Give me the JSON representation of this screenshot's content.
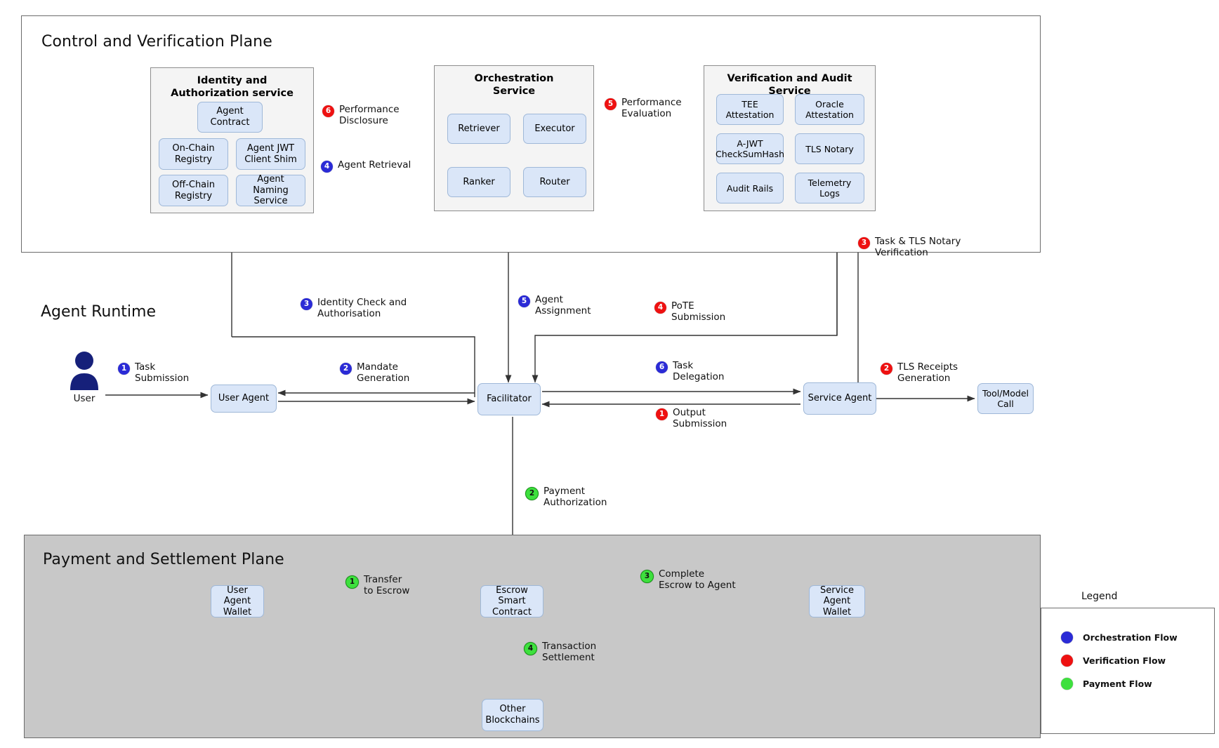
{
  "planes": {
    "control": {
      "title": "Control and Verification Plane"
    },
    "runtime": {
      "title": "Agent Runtime"
    },
    "payment": {
      "title": "Payment and Settlement Plane"
    }
  },
  "groups": {
    "identity": {
      "title": "Identity and\nAuthorization service",
      "title_line1": "Identity and",
      "title_line2": "Authorization service",
      "nodes": [
        {
          "label": "Agent Contract"
        },
        {
          "label": "On-Chain Registry"
        },
        {
          "label": "Agent JWT Client Shim"
        },
        {
          "label": "Off-Chain Registry"
        },
        {
          "label": "Agent Naming Service"
        }
      ]
    },
    "orchestration": {
      "title_line1": "Orchestration",
      "title_line2": "Service",
      "nodes": [
        {
          "label": "Retriever"
        },
        {
          "label": "Executor"
        },
        {
          "label": "Ranker"
        },
        {
          "label": "Router"
        }
      ]
    },
    "verification": {
      "title_line1": "Verification and Audit",
      "title_line2": "Service",
      "nodes": [
        {
          "label": "TEE Attestation"
        },
        {
          "label": "Oracle Attestation"
        },
        {
          "label": "A-JWT CheckSumHash"
        },
        {
          "label": "TLS Notary"
        },
        {
          "label": "Audit Rails"
        },
        {
          "label": "Telemetry Logs"
        }
      ]
    }
  },
  "runtime_nodes": {
    "user": "User",
    "user_agent": "User Agent",
    "facilitator": "Facilitator",
    "service_agent": "Service Agent",
    "tool_model_call": "Tool/Model Call"
  },
  "payment_nodes": {
    "user_agent_wallet": "User Agent Wallet",
    "escrow_smart_contract": "Escrow Smart Contract",
    "service_agent_wallet": "Service Agent Wallet",
    "other_blockchains": "Other Blockchains"
  },
  "edge_labels": [
    {
      "id": "performance-disclosure",
      "num": "6",
      "color": "red",
      "line1": "Performance",
      "line2": "Disclosure"
    },
    {
      "id": "agent-retrieval",
      "num": "4",
      "color": "blue",
      "line1": "Agent Retrieval",
      "line2": ""
    },
    {
      "id": "performance-evaluation",
      "num": "5",
      "color": "red",
      "line1": "Performance",
      "line2": "Evaluation"
    },
    {
      "id": "task-tls-notary-verification",
      "num": "3",
      "color": "red",
      "line1": "Task & TLS Notary",
      "line2": "Verification"
    },
    {
      "id": "identity-check-authorisation",
      "num": "3",
      "color": "blue",
      "line1": "Identity Check and",
      "line2": "Authorisation"
    },
    {
      "id": "agent-assignment",
      "num": "5",
      "color": "blue",
      "line1": "Agent",
      "line2": "Assignment"
    },
    {
      "id": "pote-submission",
      "num": "4",
      "color": "red",
      "line1": "PoTE",
      "line2": "Submission"
    },
    {
      "id": "task-submission",
      "num": "1",
      "color": "blue",
      "line1": "Task",
      "line2": "Submission"
    },
    {
      "id": "mandate-generation",
      "num": "2",
      "color": "blue",
      "line1": "Mandate",
      "line2": "Generation"
    },
    {
      "id": "task-delegation",
      "num": "6",
      "color": "blue",
      "line1": "Task",
      "line2": "Delegation"
    },
    {
      "id": "output-submission",
      "num": "1",
      "color": "red",
      "line1": "Output",
      "line2": "Submission"
    },
    {
      "id": "tls-receipts-generation",
      "num": "2",
      "color": "red",
      "line1": "TLS Receipts",
      "line2": "Generation"
    },
    {
      "id": "payment-authorization",
      "num": "2",
      "color": "green",
      "line1": "Payment",
      "line2": "Authorization"
    },
    {
      "id": "transfer-to-escrow",
      "num": "1",
      "color": "green",
      "line1": "Transfer",
      "line2": "to Escrow"
    },
    {
      "id": "complete-escrow-to-agent",
      "num": "3",
      "color": "green",
      "line1": "Complete",
      "line2": "Escrow to Agent"
    },
    {
      "id": "transaction-settlement",
      "num": "4",
      "color": "green",
      "line1": "Transaction",
      "line2": "Settlement"
    }
  ],
  "legend": {
    "title": "Legend",
    "items": [
      {
        "label": "Orchestration Flow",
        "color": "#2b2bd6"
      },
      {
        "label": "Verification Flow",
        "color": "#ee1111"
      },
      {
        "label": "Payment Flow",
        "color": "#3ee03e"
      }
    ]
  },
  "colors": {
    "orchestration": "#2b2bd6",
    "verification": "#ee1111",
    "payment": "#3ee03e",
    "node_fill": "#dae6f8",
    "node_border": "#9fb8d8",
    "group_fill": "#f4f4f4",
    "payment_plane_fill": "#c8c8c8",
    "user_figure": "#16207a"
  }
}
